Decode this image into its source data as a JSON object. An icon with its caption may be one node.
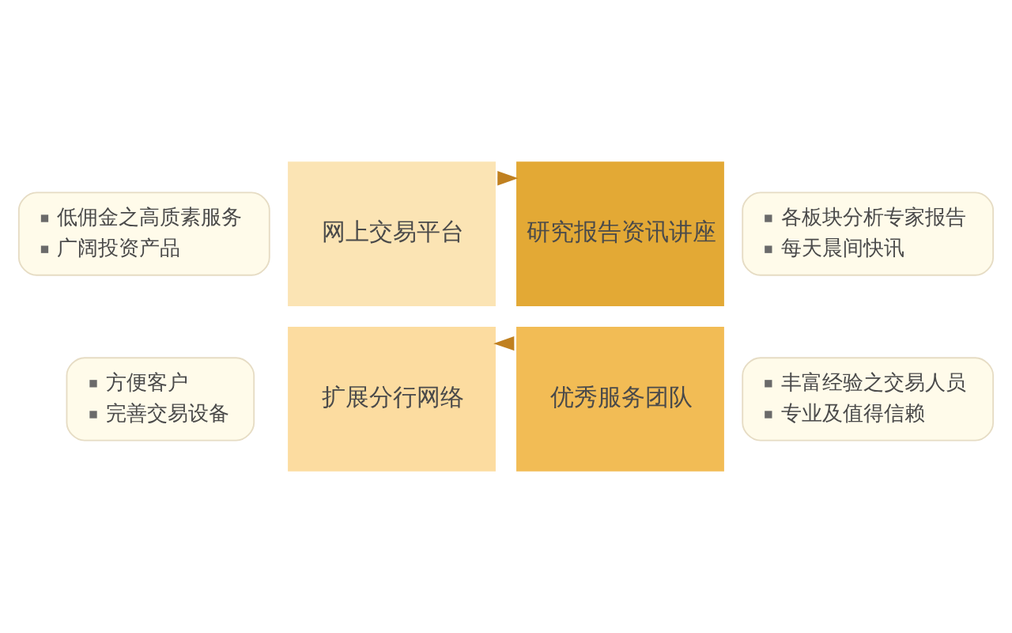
{
  "diagram": {
    "nodes": [
      {
        "text": [
          "低佣金之高质素服务",
          "广阔投资产品"
        ]
      },
      {
        "text": [
          "各板块分析专家报告",
          "每天晨间快讯"
        ]
      },
      {
        "text": [
          "网上交易平台"
        ]
      },
      {
        "text": [
          "研究报告资讯讲座"
        ]
      },
      {
        "text": [
          "扩展分行网络"
        ]
      },
      {
        "text": [
          "优秀服务团队"
        ]
      },
      {
        "text": [
          "方便客户",
          "完善交易设备"
        ]
      },
      {
        "text": [
          "丰富经验之交易人员",
          "专业及值得信赖"
        ]
      }
    ],
    "edges": [
      {
        "from": 2,
        "to": 3,
        "arrow": "to",
        "color": "#c08020"
      },
      {
        "from": 5,
        "to": 4,
        "arrow": "to",
        "color": "#c08020"
      }
    ]
  }
}
